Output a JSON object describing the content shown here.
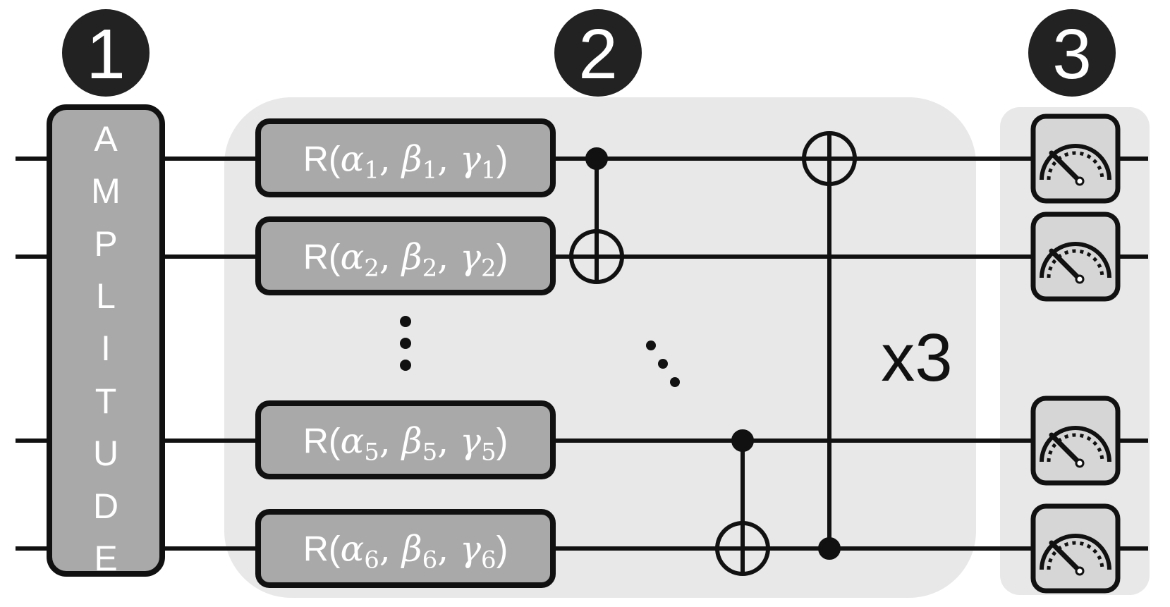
{
  "steps": [
    "1",
    "2",
    "3"
  ],
  "encoding_label": [
    "A",
    "M",
    "P",
    "L",
    "I",
    "T",
    "U",
    "D",
    "E"
  ],
  "gates": [
    {
      "prefix": "R(",
      "greek": [
        "α",
        "β",
        "γ"
      ],
      "index": "1",
      "suffix": ")"
    },
    {
      "prefix": "R(",
      "greek": [
        "α",
        "β",
        "γ"
      ],
      "index": "2",
      "suffix": ")"
    },
    {
      "prefix": "R(",
      "greek": [
        "α",
        "β",
        "γ"
      ],
      "index": "5",
      "suffix": ")"
    },
    {
      "prefix": "R(",
      "greek": [
        "α",
        "β",
        "γ"
      ],
      "index": "6",
      "suffix": ")"
    }
  ],
  "repeat_label": "x3",
  "colors": {
    "badge": "#222222",
    "panel": "#e8e8e8",
    "gate_fill": "#a9a9a9",
    "meter_fill": "#d6d6d6",
    "line": "#111111",
    "text_light": "#ffffff"
  }
}
